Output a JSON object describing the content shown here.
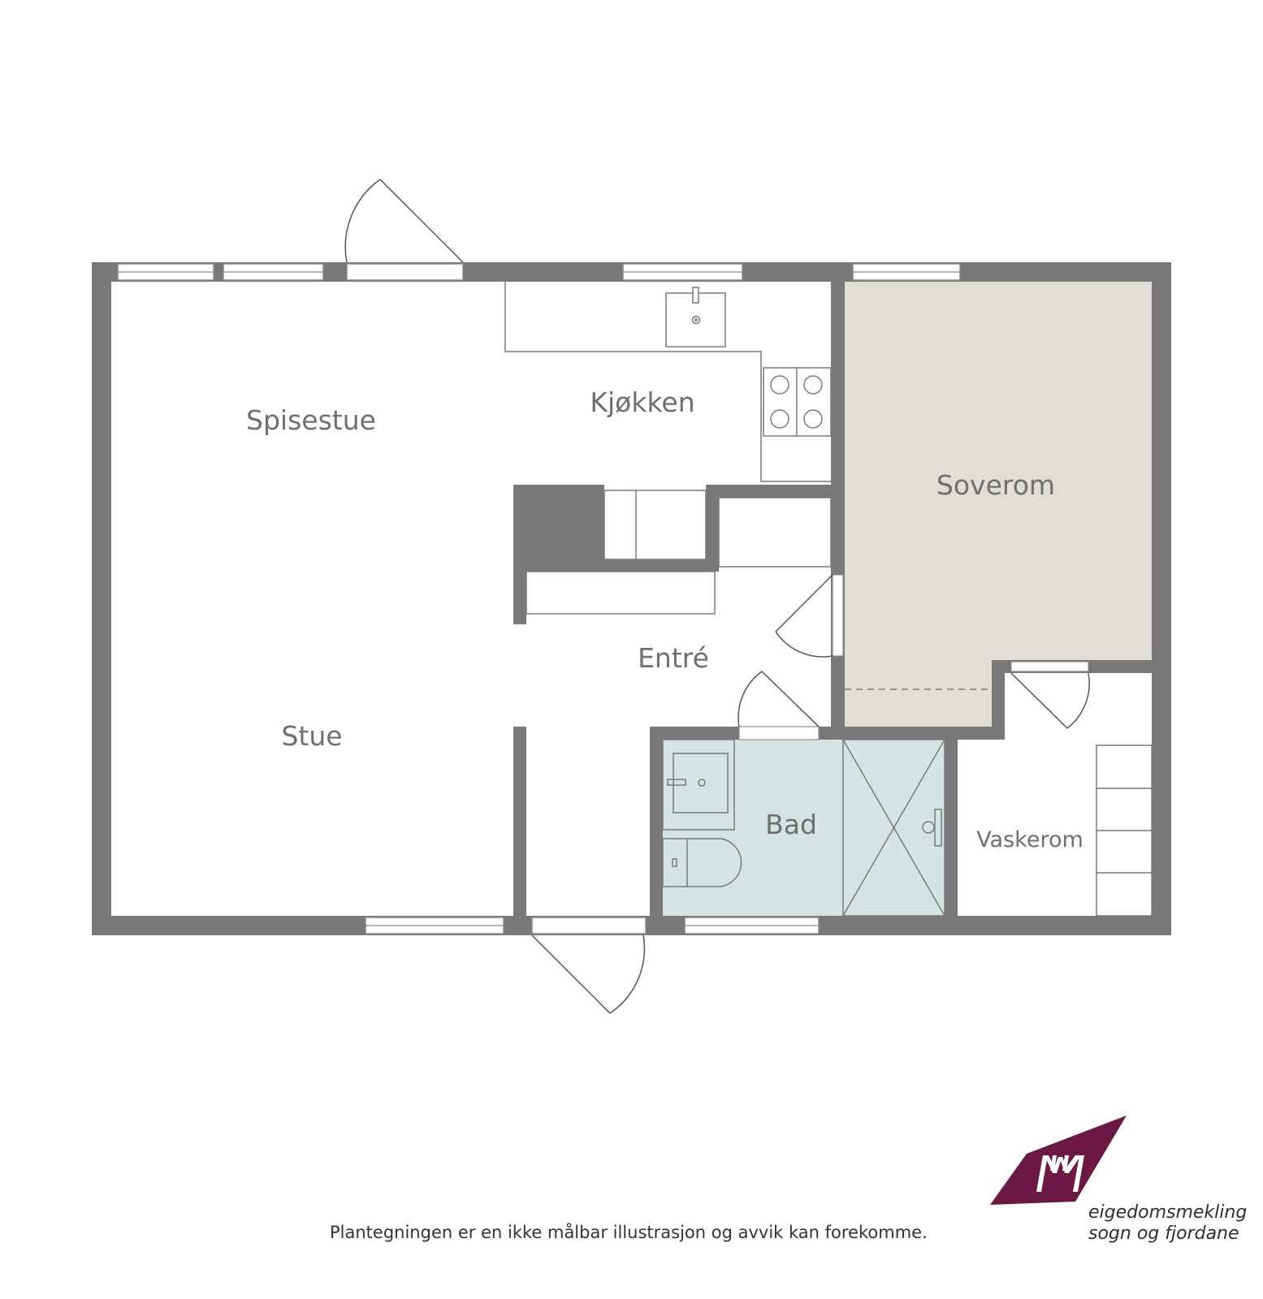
{
  "rooms": {
    "spisestue": "Spisestue",
    "kjokken": "Kjøkken",
    "soverom": "Soverom",
    "entre": "Entré",
    "stue": "Stue",
    "bad": "Bad",
    "vaskerom": "Vaskerom"
  },
  "disclaimer": "Plantegningen er en ikke målbar illustrasjon og avvik kan forekomme.",
  "logo": {
    "line1": "eigedomsmekling",
    "line2": "sogn og fjordane",
    "mark_color": "#6b1845"
  },
  "colors": {
    "wall": "#787878",
    "soverom_fill": "#e0ded6",
    "bad_fill": "#d6e3e3"
  }
}
